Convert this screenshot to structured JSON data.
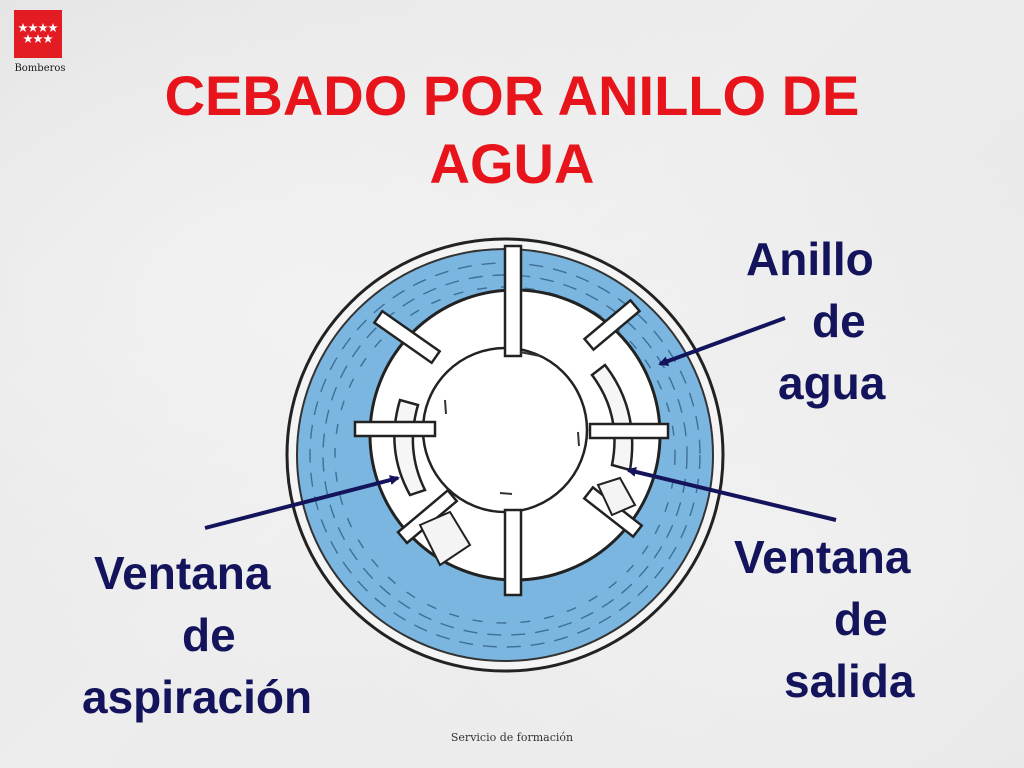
{
  "header": {
    "logo_caption": "Bomberos",
    "title_line1": "CEBADO POR ANILLO DE",
    "title_line2": "AGUA"
  },
  "labels": {
    "water_ring": [
      "Anillo",
      "de",
      "agua"
    ],
    "inlet_port": [
      "Ventana",
      "de",
      "aspiración"
    ],
    "outlet_port": [
      "Ventana",
      "de",
      "salida"
    ]
  },
  "footer": {
    "text": "Servicio de formación"
  },
  "colors": {
    "title": "#e8141b",
    "labels": "#14145c",
    "water": "#7ab6e0",
    "logo": "#e31b23"
  }
}
